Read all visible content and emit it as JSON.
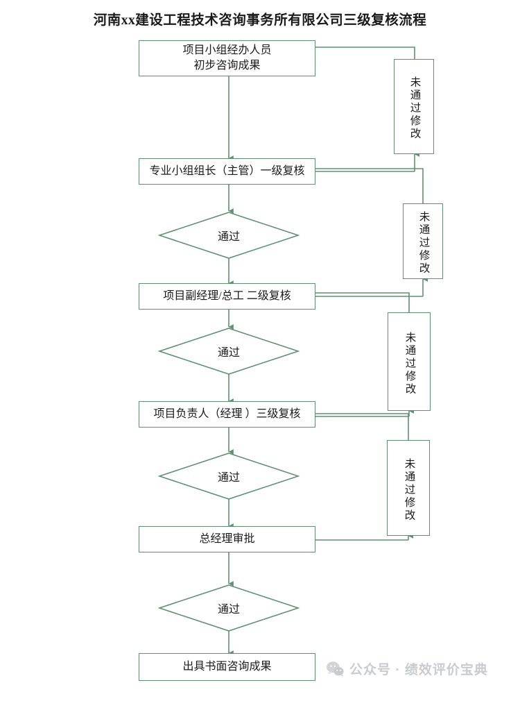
{
  "title": "河南xx建设工程技术咨询事务所有限公司三级复核流程",
  "theme": {
    "stroke": "#5f9170",
    "fill": "#ffffff",
    "text": "#1a1a1a",
    "watermark": "#c9ccce"
  },
  "nodes": {
    "start": {
      "label": "项目小组经办人员\n初步咨询成果",
      "type": "process"
    },
    "review1": {
      "label": "专业小组组长（主管）一级复核",
      "type": "process"
    },
    "review2": {
      "label": "项目副经理/总工 二级复核",
      "type": "process"
    },
    "review3": {
      "label": "项目负责人（经理 ）三级复核",
      "type": "process"
    },
    "approval": {
      "label": "总经理审批",
      "type": "process"
    },
    "end": {
      "label": "出具书面咨询成果",
      "type": "process"
    }
  },
  "decisions": [
    {
      "id": "decision1",
      "label": "通过"
    },
    {
      "id": "decision2",
      "label": "通过"
    },
    {
      "id": "decision3",
      "label": "通过"
    },
    {
      "id": "decision4",
      "label": "通过"
    }
  ],
  "reject_boxes": [
    {
      "id": "reject1",
      "label": "未通过修改"
    },
    {
      "id": "reject2",
      "label": "未通过修改"
    },
    {
      "id": "reject3",
      "label": "未通过修改"
    },
    {
      "id": "reject4",
      "label": "未通过修改"
    }
  ],
  "watermark": {
    "icon": "wechat-icon",
    "text": "公众号 · 绩效评价宝典"
  }
}
